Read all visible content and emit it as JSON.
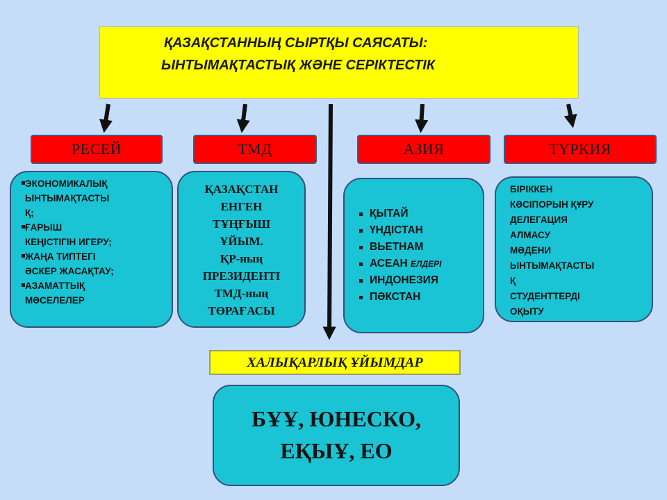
{
  "title": {
    "line1": "ҚАЗАҚСТАННЫҢ СЫРТҚЫ САЯСАТЫ:",
    "line2": "ЫНТЫМАҚТАСТЫҚ ЖӘНЕ СЕРІКТЕСТІК"
  },
  "categories": {
    "russia": "РЕСЕЙ",
    "cis": "ТМД",
    "asia": "АЗИЯ",
    "turkey": "ТҮРКИЯ"
  },
  "russia_items": [
    [
      "ЭКОНОМИКАЛЫҚ",
      "ЫНТЫМАҚТАСТЫ",
      "Қ;"
    ],
    [
      "ҒАРЫШ",
      "КЕҢІСТІГІН ИГЕРУ;"
    ],
    [
      "ЖАҢА ТИПТЕГІ",
      "ӘСКЕР ЖАСАҚТАУ;"
    ],
    [
      "АЗАМАТТЫҚ",
      "МӘСЕЛЕЛЕР"
    ]
  ],
  "cis_lines": [
    "ҚАЗАҚСТАН",
    "ЕНГЕН",
    "ТҰҢҒЫШ",
    "ҰЙЫМ.",
    "ҚР-ның",
    "ПРЕЗИДЕНТІ",
    "ТМД-ның",
    "ТӨРАҒАСЫ"
  ],
  "asia_items": [
    {
      "main": "ҚЫТАЙ",
      "suffix": ""
    },
    {
      "main": "ҮНДІСТАН",
      "suffix": ""
    },
    {
      "main": "ВЬЕТНАМ",
      "suffix": ""
    },
    {
      "main": "АСЕАН",
      "suffix": "ЕЛДЕРІ"
    },
    {
      "main": "ИНДОНЕЗИЯ",
      "suffix": ""
    },
    {
      "main": "ПӘКСТАН",
      "suffix": ""
    }
  ],
  "turkey_lines": [
    "БІРІККЕН",
    "КӘСІПОРЫН ҚҰРУ",
    "ДЕЛЕГАЦИЯ",
    "АЛМАСУ",
    "МӘДЕНИ",
    "ЫНТЫМАҚТАСТЫ",
    "Қ",
    "СТУДЕНТТЕРДІ",
    "ОҚЫТУ"
  ],
  "organizations": {
    "header": "ХАЛЫҚАРЛЫҚ ҰЙЫМДАР",
    "line1": "БҰҰ, ЮНЕСКО,",
    "line2": "ЕҚЫҰ, ЕО"
  },
  "colors": {
    "background": "#c5ddf8",
    "title_fill": "#ffff00",
    "category_fill": "#ff0000",
    "panel_fill": "#1ac4d4",
    "arrow": "#111111"
  }
}
